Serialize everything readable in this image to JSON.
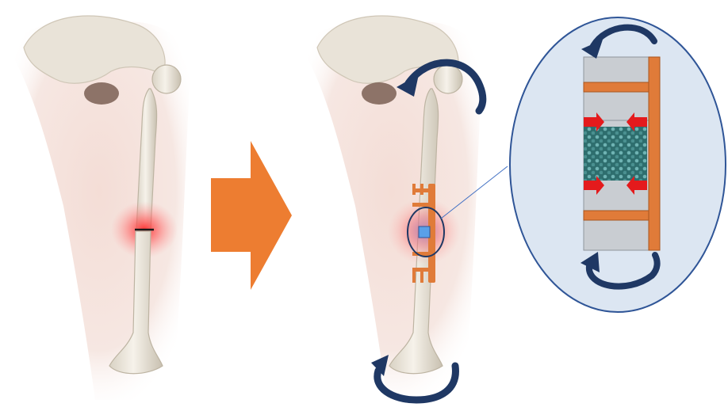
{
  "figure": {
    "panels": [
      {
        "id": "fractured-femur",
        "fracture_marker": "red-glow"
      },
      {
        "id": "fixed-femur",
        "implant": "orange-plate-with-screws",
        "highlight": "blue-square"
      },
      {
        "id": "implant-detail",
        "shape": "ellipse"
      }
    ],
    "arrow_color": "#ED7D31",
    "rotation_arrow_color": "#1F3864",
    "compression_arrow_color": "#E41A1C",
    "detail_fill": "#DCE6F2",
    "detail_border": "#2F5597",
    "plate_color": "#E07B39",
    "scaffold_color": "#2E6E6E",
    "icons": [
      "transition-arrow-icon",
      "rotation-arrow-icon",
      "compression-arrow-icon"
    ]
  }
}
